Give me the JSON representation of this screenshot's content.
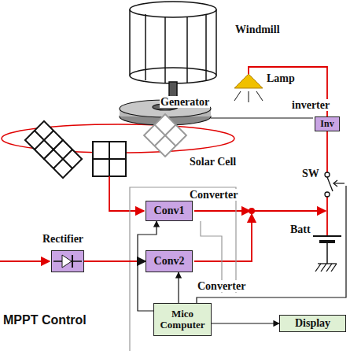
{
  "diagram": {
    "nodes": [
      {
        "text": [
          "Inv"
        ]
      },
      {
        "text": [
          "Conv1"
        ]
      },
      {
        "text": [
          "Rectifier"
        ]
      },
      {
        "text": [
          "Conv2"
        ]
      },
      {
        "text": [
          "Mico Computer"
        ]
      },
      {
        "text": [
          "Display"
        ]
      }
    ],
    "edges": [
      {
        "from": 2,
        "to": 3,
        "arrow": "to"
      },
      {
        "from": 4,
        "to": 1,
        "arrow": "to"
      },
      {
        "from": 4,
        "to": 3,
        "arrow": "to"
      },
      {
        "from": 4,
        "to": 5,
        "arrow": "to"
      }
    ],
    "labels": [
      "Windmill",
      "Generator",
      "Lamp",
      "inverter",
      "Solar Cell",
      "SW",
      "Converter",
      "Batt",
      "Converter",
      "MPPT Control"
    ]
  }
}
